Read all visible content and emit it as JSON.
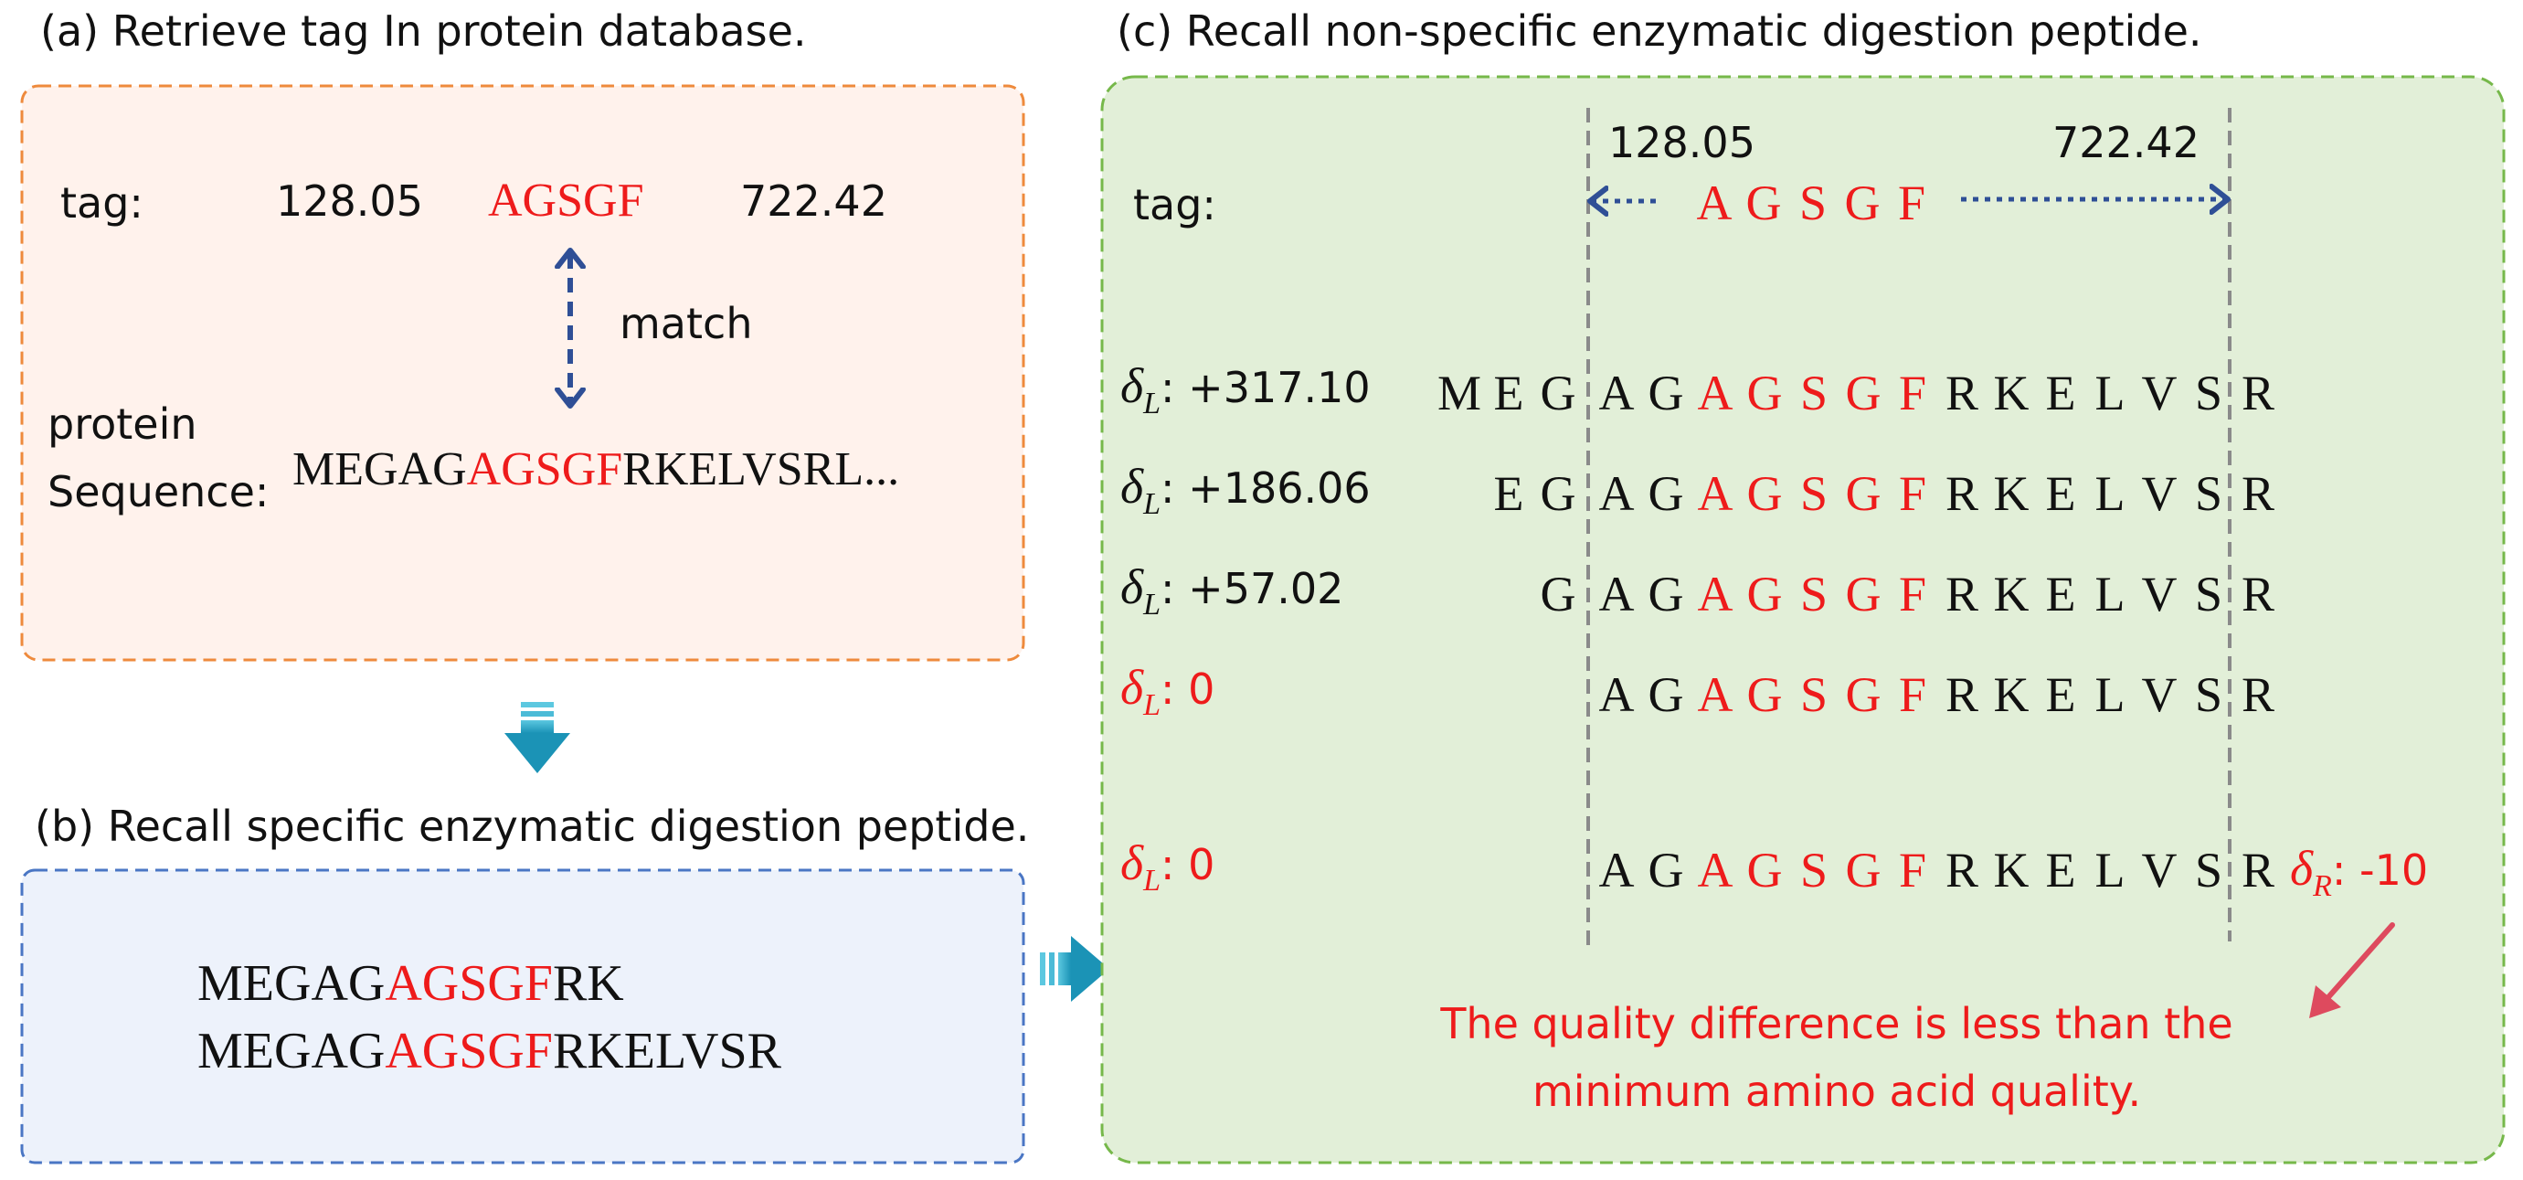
{
  "colors": {
    "black": "#111111",
    "red": "#ee1b1b",
    "blue_arrow": "#2f4f96",
    "panel_a_fill": "#fff2ec",
    "panel_a_border": "#ee8a3c",
    "panel_b_fill": "#edf2fb",
    "panel_b_border": "#4a76c4",
    "panel_c_fill": "#e2efd8",
    "panel_c_border": "#76b84a",
    "flow_arrow": "#28a6c6",
    "grey_line": "#8a8a8a",
    "pointer": "#de4a5e"
  },
  "panel_a": {
    "title": "(a) Retrieve tag In protein database.",
    "tag_label": "tag:",
    "tag_left_mass": "128.05",
    "tag_seq": "AGSGF",
    "tag_right_mass": "722.42",
    "match_label": "match",
    "protein_label_1": "protein",
    "protein_label_2": "Sequence:",
    "seq_prefix": "MEGAG",
    "seq_tag": "AGSGF",
    "seq_suffix": "RKELVSRL..."
  },
  "panel_b": {
    "title": "(b) Recall specific enzymatic digestion peptide.",
    "peptides": [
      {
        "prefix": "MEGAG",
        "tag": "AGSGF",
        "suffix": "RK"
      },
      {
        "prefix": "MEGAG",
        "tag": "AGSGF",
        "suffix": "RKELVSR"
      }
    ]
  },
  "panel_c": {
    "title": "(c) Recall non-specific enzymatic digestion peptide.",
    "tag_label": "tag:",
    "left_mass": "128.05",
    "right_mass": "722.42",
    "tag_letters": [
      "A",
      "G",
      "S",
      "G",
      "F"
    ],
    "delta_symbol": "δ",
    "delta_sub_left": "L",
    "delta_sub_right": "R",
    "rows": [
      {
        "delta": ": +317.10",
        "delta_red": false,
        "prefix": [
          "M",
          "E",
          "G"
        ]
      },
      {
        "delta": ": +186.06",
        "delta_red": false,
        "prefix": [
          "E",
          "G"
        ]
      },
      {
        "delta": ": +57.02",
        "delta_red": false,
        "prefix": [
          "G"
        ]
      },
      {
        "delta": ": 0",
        "delta_red": true,
        "prefix": []
      },
      {
        "delta": ": 0",
        "delta_red": true,
        "prefix": [],
        "right_delta": ": -10"
      }
    ],
    "core_before_tag": [
      "A",
      "G"
    ],
    "core_after_tag": [
      "R",
      "K",
      "E",
      "L",
      "V",
      "S",
      "R"
    ],
    "note_line_1": "The quality difference is less than the",
    "note_line_2": "minimum amino acid quality."
  }
}
